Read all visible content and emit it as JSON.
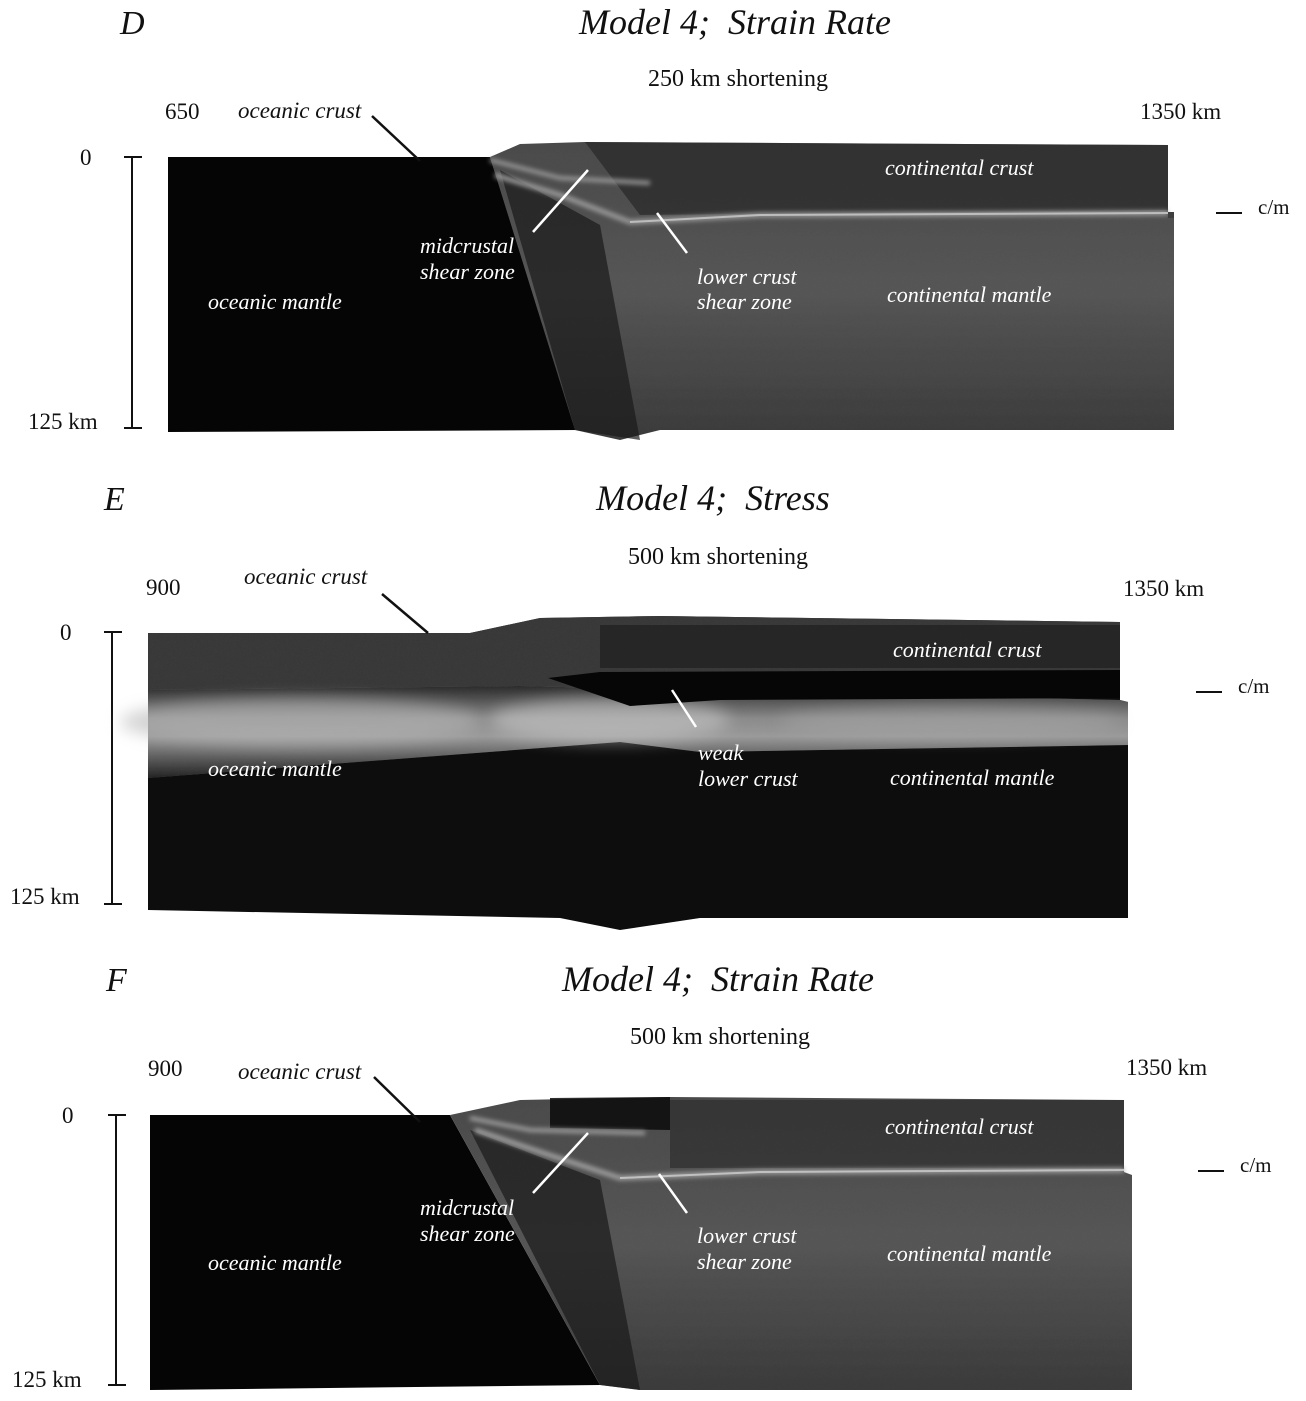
{
  "panels": [
    {
      "letter": "D",
      "title": "Model 4;  Strain Rate",
      "subtitle": "250 km shortening",
      "x_left": "650",
      "x_right": "1350 km",
      "depth_top": "0",
      "depth_bottom": "125 km",
      "moho_label": "c/m",
      "labels": {
        "oceanic_crust": "oceanic crust",
        "continental_crust": "continental crust",
        "oceanic_mantle": "oceanic mantle",
        "continental_mantle": "continental mantle",
        "mid_1": "midcrustal",
        "mid_2": "shear zone",
        "low_1": "lower crust",
        "low_2": "shear zone"
      }
    },
    {
      "letter": "E",
      "title": "Model 4;  Stress",
      "subtitle": "500 km shortening",
      "x_left": "900",
      "x_right": "1350 km",
      "depth_top": "0",
      "depth_bottom": "125 km",
      "moho_label": "c/m",
      "labels": {
        "oceanic_crust": "oceanic crust",
        "continental_crust": "continental crust",
        "oceanic_mantle": "oceanic mantle",
        "continental_mantle": "continental mantle",
        "weak_1": "weak",
        "weak_2": "lower crust"
      }
    },
    {
      "letter": "F",
      "title": "Model 4;  Strain Rate",
      "subtitle": "500 km shortening",
      "x_left": "900",
      "x_right": "1350 km",
      "depth_top": "0",
      "depth_bottom": "125 km",
      "moho_label": "c/m",
      "labels": {
        "oceanic_crust": "oceanic crust",
        "continental_crust": "continental crust",
        "oceanic_mantle": "oceanic mantle",
        "continental_mantle": "continental mantle",
        "mid_1": "midcrustal",
        "mid_2": "shear zone",
        "low_1": "lower crust",
        "low_2": "shear zone"
      }
    }
  ]
}
